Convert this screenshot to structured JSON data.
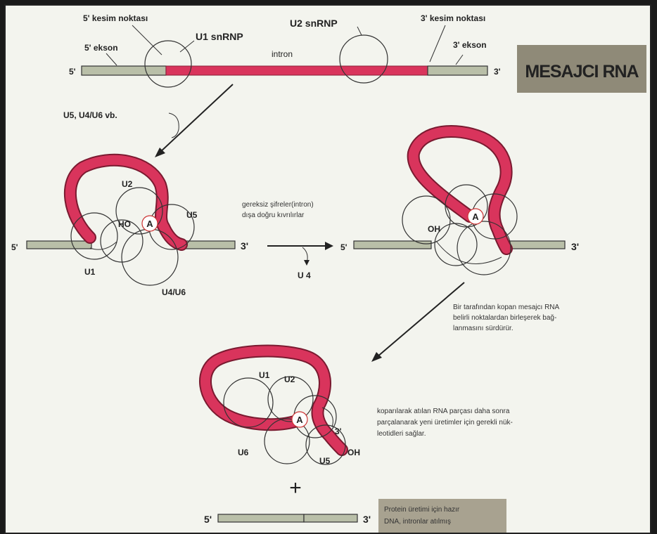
{
  "labels": {
    "splice5": "5' kesim noktası",
    "u1snrnp": "U1 snRNP",
    "u2snrnp": "U2 snRNP",
    "splice3": "3' kesim noktası",
    "exon5": "5' ekson",
    "exon3": "3' ekson",
    "intron": "intron",
    "end5": "5'",
    "end3": "3'",
    "step1": "U5, U4/U6 vb.",
    "u2": "U2",
    "u5": "U5",
    "u1": "U1",
    "u4u6": "U4/U6",
    "u6": "U6",
    "ho": "HO",
    "oh": "OH",
    "a": "A",
    "u4": "U 4",
    "plus": "+"
  },
  "title_box": {
    "text": "MESAJCI RNA",
    "bg": "#8f8a78"
  },
  "notes": {
    "note1": [
      "gereksiz şifreler(intron)",
      "dışa doğru kıvrılırlar"
    ],
    "note2": [
      "Bir tarafından kopan mesajcı RNA",
      "belirli noktalardan birleşerek bağ-",
      "lanmasını sürdürür."
    ],
    "note3": [
      "koparılarak atılan RNA parçası daha sonra",
      "parçalanarak yeni üretimler için gerekli nük-",
      "leotidleri sağlar."
    ],
    "final_box": [
      "Protein üretimi için hazır",
      "DNA, intronlar atılmış"
    ]
  },
  "colors": {
    "intron": "#d9345c",
    "exon": "#b9bfa8",
    "outline": "#333333"
  }
}
